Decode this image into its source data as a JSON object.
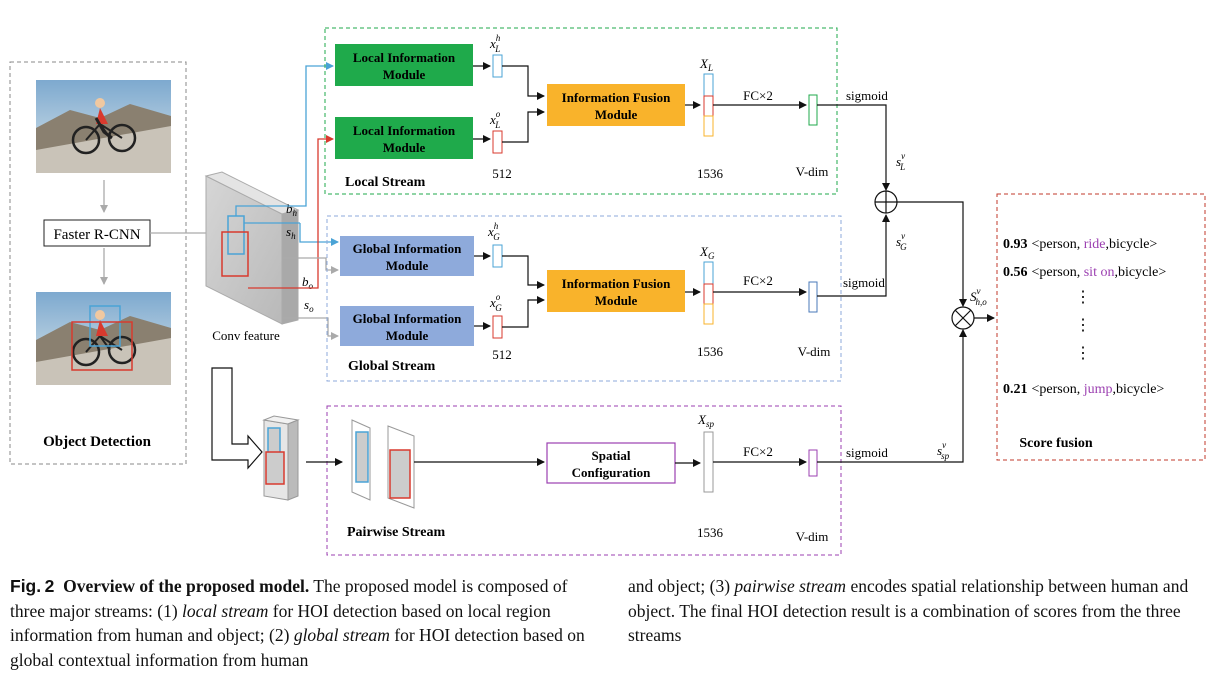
{
  "diagram": {
    "object_detection": {
      "title": "Object Detection",
      "detector": "Faster R-CNN",
      "conv_feature": "Conv feature",
      "b_h": "b",
      "b_h_sub": "h",
      "s_h": "s",
      "s_h_sub": "h",
      "b_o": "b",
      "b_o_sub": "o",
      "s_o": "s",
      "s_o_sub": "o"
    },
    "local_stream": {
      "title": "Local Stream",
      "module_top": [
        "Local Information",
        "Module"
      ],
      "module_bottom": [
        "Local Information",
        "Module"
      ],
      "fusion": [
        "Information Fusion",
        "Module"
      ],
      "vec_h": {
        "base": "x",
        "sup": "h",
        "sub": "L"
      },
      "vec_o": {
        "base": "x",
        "sup": "o",
        "sub": "L"
      },
      "concat": {
        "base": "X",
        "sub": "L"
      },
      "dim_512": "512",
      "dim_1536": "1536",
      "fc": "FC×2",
      "vdim": "V-dim",
      "sigmoid": "sigmoid",
      "score": {
        "base": "s",
        "sup": "v",
        "sub": "L"
      }
    },
    "global_stream": {
      "title": "Global Stream",
      "module_top": [
        "Global Information",
        "Module"
      ],
      "module_bottom": [
        "Global Information",
        "Module"
      ],
      "fusion": [
        "Information Fusion",
        "Module"
      ],
      "vec_h": {
        "base": "x",
        "sup": "h",
        "sub": "G"
      },
      "vec_o": {
        "base": "x",
        "sup": "o",
        "sub": "G"
      },
      "concat": {
        "base": "X",
        "sub": "G"
      },
      "dim_512": "512",
      "dim_1536": "1536",
      "fc": "FC×2",
      "vdim": "V-dim",
      "sigmoid": "sigmoid",
      "score": {
        "base": "s",
        "sup": "v",
        "sub": "G"
      }
    },
    "pairwise_stream": {
      "title": "Pairwise Stream",
      "module": [
        "Spatial",
        "Configuration"
      ],
      "concat": {
        "base": "X",
        "sub": "sp"
      },
      "dim_1536": "1536",
      "fc": "FC×2",
      "vdim": "V-dim",
      "sigmoid": "sigmoid",
      "score": {
        "base": "s",
        "sup": "v",
        "sub": "sp"
      }
    },
    "combined_score": {
      "base": "S",
      "sup": "v",
      "sub": "h,o"
    },
    "score_fusion": {
      "title": "Score fusion",
      "rows": [
        {
          "score": "0.93",
          "prefix": "<person, ",
          "verb": "ride",
          "suffix": ",bicycle>"
        },
        {
          "score": "0.56",
          "prefix": "<person, ",
          "verb": "sit on",
          "suffix": ",bicycle>"
        },
        {
          "score": "0.21",
          "prefix": "<person, ",
          "verb": "jump",
          "suffix": ",bicycle>"
        }
      ],
      "ellipsis": "⋮"
    },
    "colors": {
      "local_green": "#1faa4b",
      "global_blue": "#8eaadb",
      "fusion_orange": "#f9b32b",
      "human_blue": "#4aa3d6",
      "object_red": "#d83a2e",
      "pairwise_purple": "#9b3fb0",
      "score_red": "#c0392b",
      "verb_purple": "#9b3fb0"
    }
  },
  "caption": {
    "fig_label": "Fig. 2",
    "bold_title": "Overview of the proposed model.",
    "text_1": " The proposed model is composed of three major streams: (1) ",
    "local_term": "local stream",
    "text_2": " for HOI detection based on local region information from human and object; (2) ",
    "global_term": "global stream",
    "text_3": " for HOI detection based on global contextual information from human",
    "text_4": "and object; (3) ",
    "pairwise_term": "pairwise stream",
    "text_5": " encodes spatial relationship between human and object. The final HOI detection result is a combination of scores from the three streams"
  }
}
